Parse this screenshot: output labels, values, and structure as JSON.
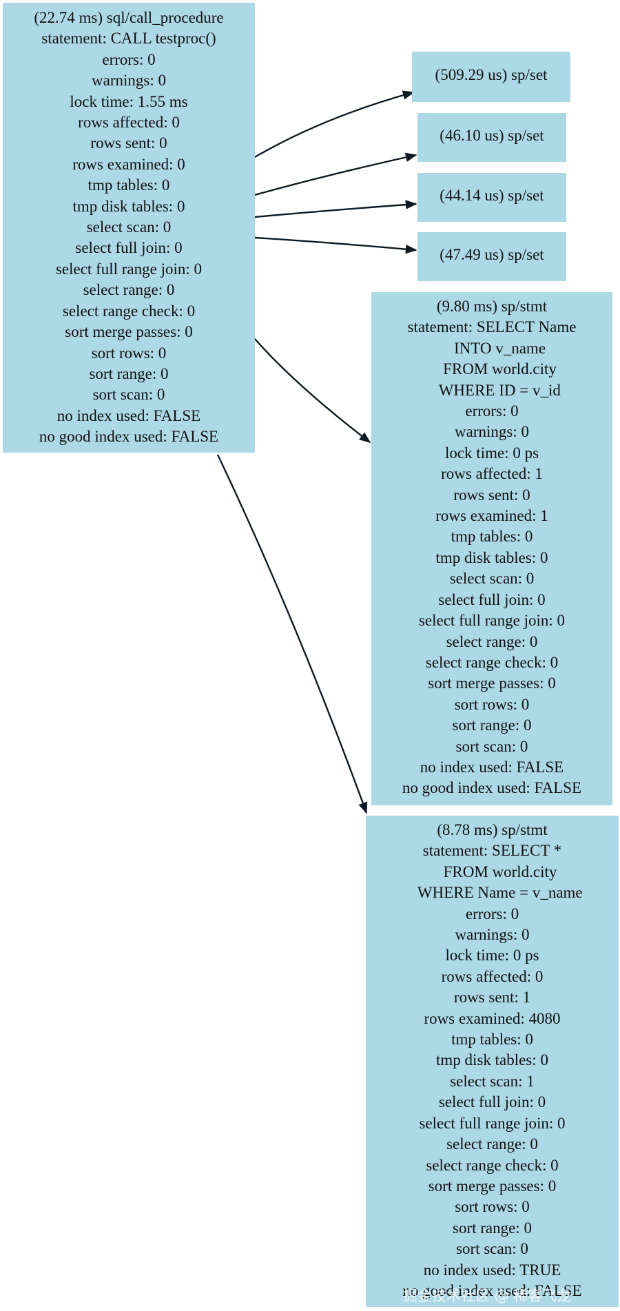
{
  "nodes": {
    "call_procedure": [
      "(22.74 ms) sql/call_procedure",
      "statement: CALL testproc()",
      "errors: 0",
      "warnings: 0",
      "lock time: 1.55 ms",
      "rows affected: 0",
      "rows sent: 0",
      "rows examined: 0",
      "tmp tables: 0",
      "tmp disk tables: 0",
      "select scan: 0",
      "select full join: 0",
      "select full range join: 0",
      "select range: 0",
      "select range check: 0",
      "sort merge passes: 0",
      "sort rows: 0",
      "sort range: 0",
      "sort scan: 0",
      "no index used: FALSE",
      "no good index used: FALSE"
    ],
    "set1": [
      "(509.29 us) sp/set"
    ],
    "set2": [
      "(46.10 us) sp/set"
    ],
    "set3": [
      "(44.14 us) sp/set"
    ],
    "set4": [
      "(47.49 us) sp/set"
    ],
    "stmt1": [
      "(9.80 ms) sp/stmt",
      "statement: SELECT Name",
      "    INTO v_name",
      "    FROM world.city",
      "    WHERE ID = v_id",
      "errors: 0",
      "warnings: 0",
      "lock time: 0 ps",
      "rows affected: 1",
      "rows sent: 0",
      "rows examined: 1",
      "tmp tables: 0",
      "tmp disk tables: 0",
      "select scan: 0",
      "select full join: 0",
      "select full range join: 0",
      "select range: 0",
      "select range check: 0",
      "sort merge passes: 0",
      "sort rows: 0",
      "sort range: 0",
      "sort scan: 0",
      "no index used: FALSE",
      "no good index used: FALSE"
    ],
    "stmt2": [
      "(8.78 ms) sp/stmt",
      "statement: SELECT *",
      "    FROM world.city",
      "    WHERE Name = v_name",
      "errors: 0",
      "warnings: 0",
      "lock time: 0 ps",
      "rows affected: 0",
      "rows sent: 1",
      "rows examined: 4080",
      "tmp tables: 0",
      "tmp disk tables: 0",
      "select scan: 1",
      "select full join: 0",
      "select full range join: 0",
      "select range: 0",
      "select range check: 0",
      "sort merge passes: 0",
      "sort rows: 0",
      "sort range: 0",
      "sort scan: 0",
      "no index used: TRUE",
      "no good index used: FALSE"
    ]
  },
  "watermark": "掘金技术社区 @ 稀客飞龙",
  "colors": {
    "node_fill": "#add8e6",
    "edge": "#0d1a24"
  }
}
